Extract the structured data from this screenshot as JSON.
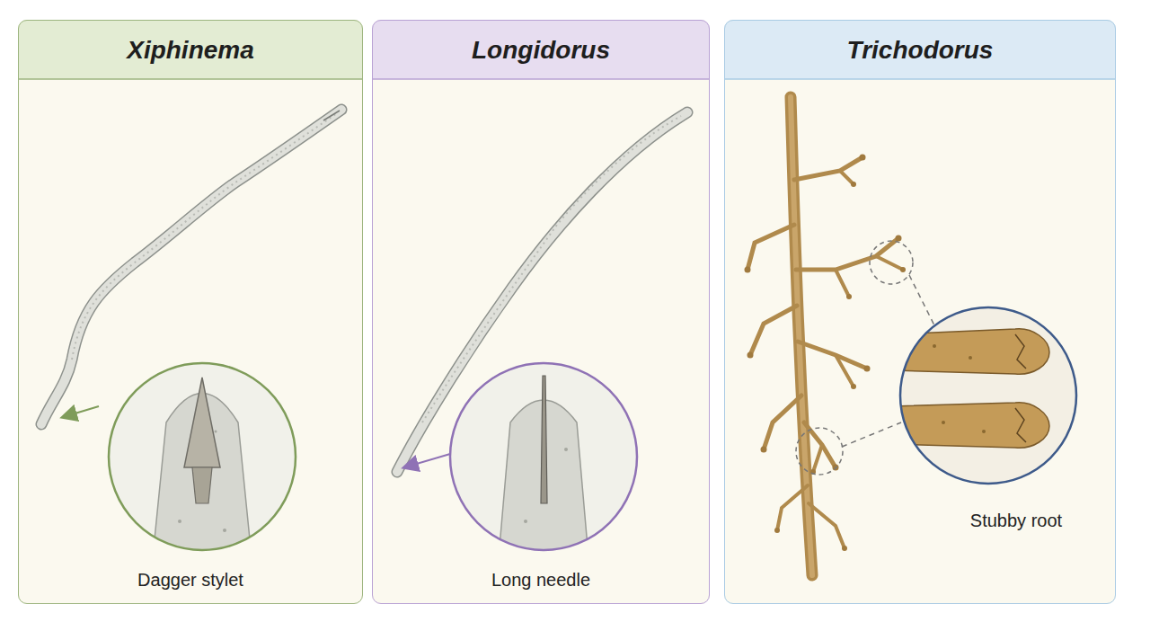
{
  "diagram": {
    "nodes": [
      {
        "text": [
          "Xiphinema",
          "Dagger stylet"
        ]
      },
      {
        "text": [
          "Longidorus",
          "Long needle"
        ]
      },
      {
        "text": [
          "Trichodorus",
          "Stubby root"
        ]
      }
    ]
  }
}
